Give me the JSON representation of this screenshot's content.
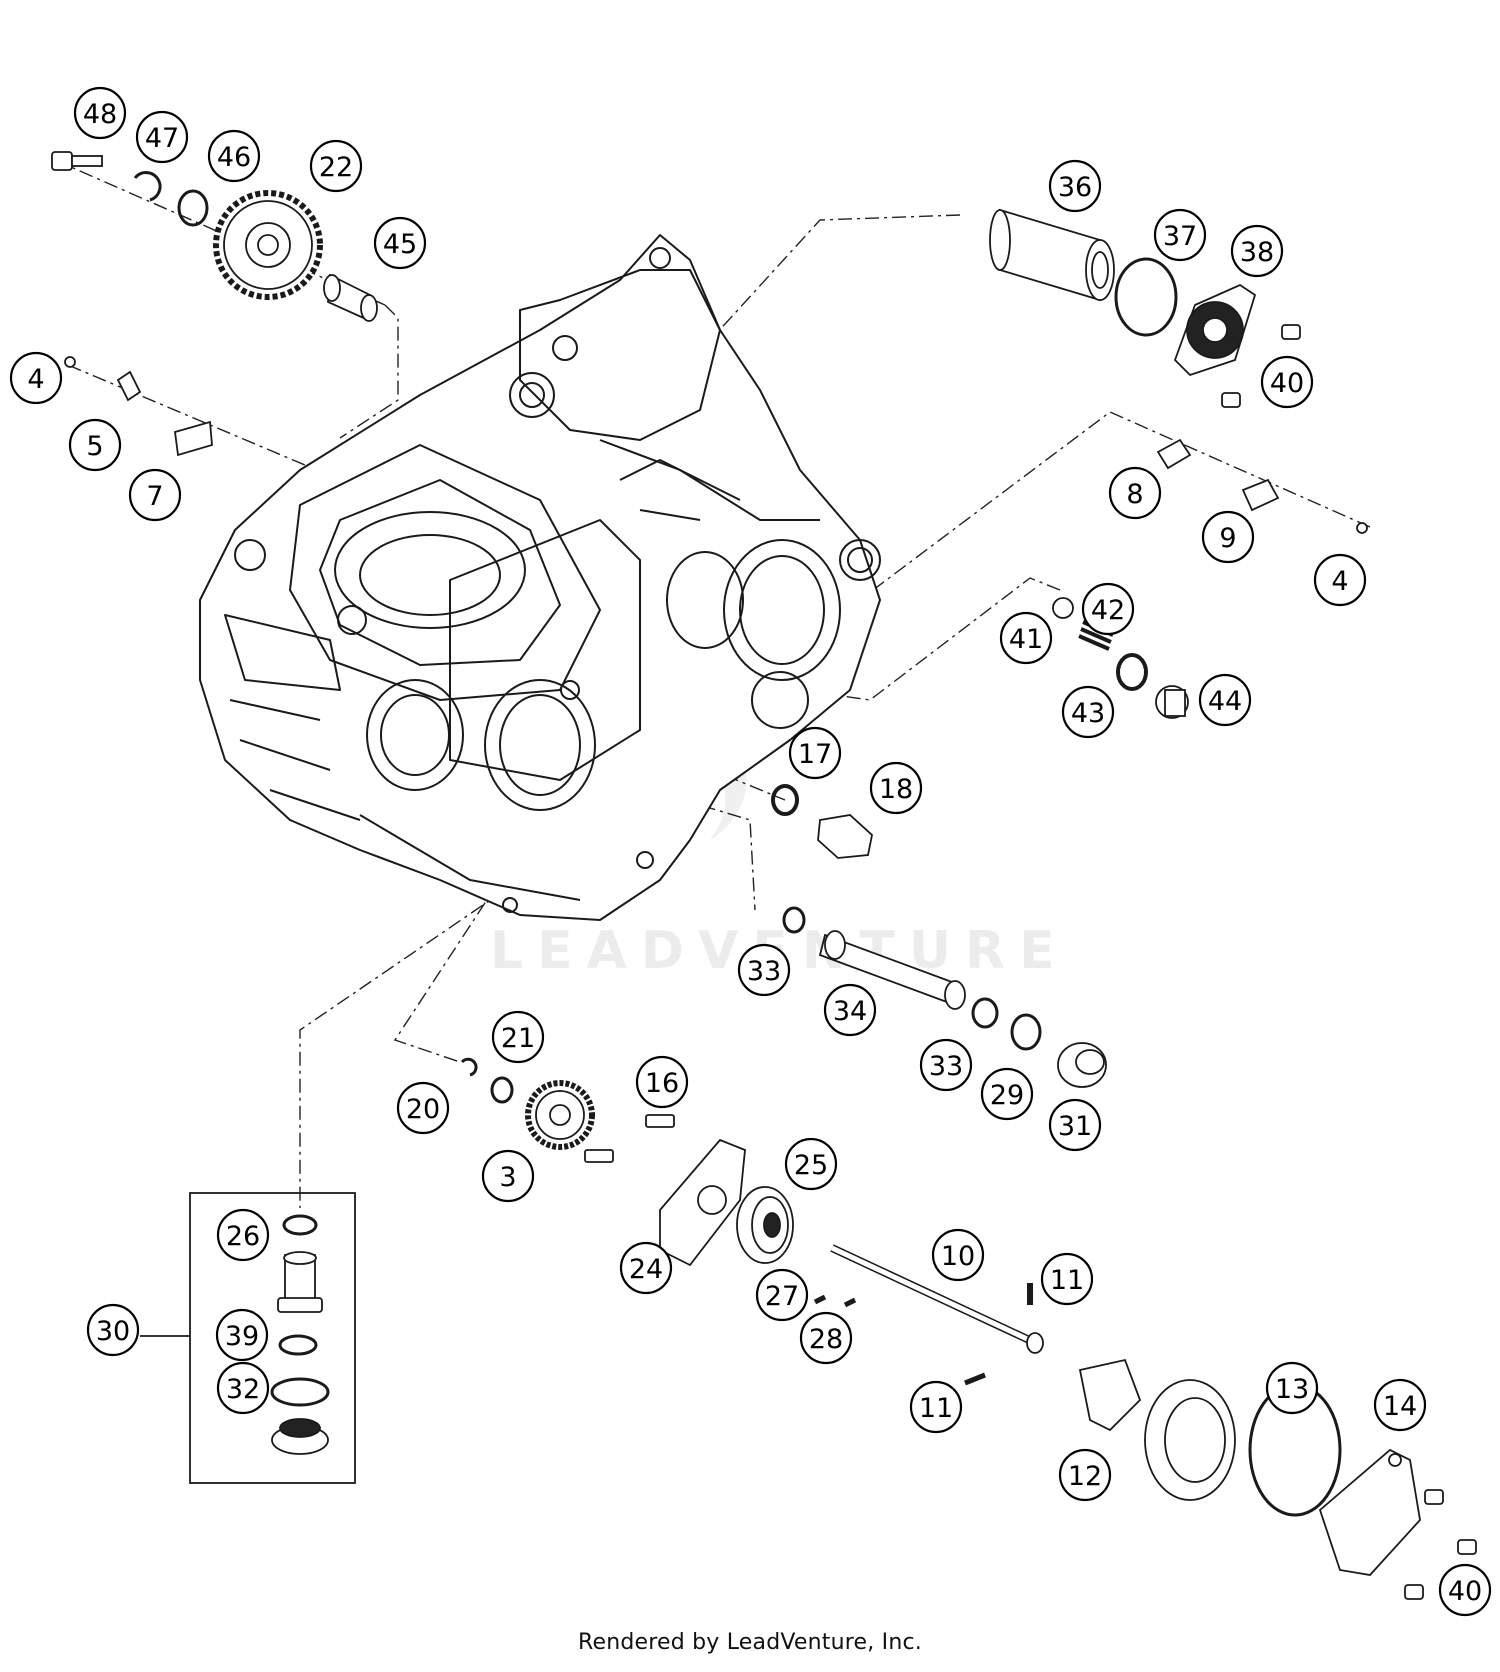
{
  "diagram": {
    "callouts": [
      {
        "id": "48",
        "label": "48"
      },
      {
        "id": "47",
        "label": "47"
      },
      {
        "id": "46",
        "label": "46"
      },
      {
        "id": "22",
        "label": "22"
      },
      {
        "id": "45",
        "label": "45"
      },
      {
        "id": "4a",
        "label": "4"
      },
      {
        "id": "5",
        "label": "5"
      },
      {
        "id": "7",
        "label": "7"
      },
      {
        "id": "36",
        "label": "36"
      },
      {
        "id": "37",
        "label": "37"
      },
      {
        "id": "38",
        "label": "38"
      },
      {
        "id": "40a",
        "label": "40"
      },
      {
        "id": "8",
        "label": "8"
      },
      {
        "id": "9",
        "label": "9"
      },
      {
        "id": "4b",
        "label": "4"
      },
      {
        "id": "41",
        "label": "41"
      },
      {
        "id": "42",
        "label": "42"
      },
      {
        "id": "43",
        "label": "43"
      },
      {
        "id": "44",
        "label": "44"
      },
      {
        "id": "17",
        "label": "17"
      },
      {
        "id": "18",
        "label": "18"
      },
      {
        "id": "33a",
        "label": "33"
      },
      {
        "id": "34",
        "label": "34"
      },
      {
        "id": "33b",
        "label": "33"
      },
      {
        "id": "29",
        "label": "29"
      },
      {
        "id": "31",
        "label": "31"
      },
      {
        "id": "21",
        "label": "21"
      },
      {
        "id": "20",
        "label": "20"
      },
      {
        "id": "16",
        "label": "16"
      },
      {
        "id": "3",
        "label": "3"
      },
      {
        "id": "25",
        "label": "25"
      },
      {
        "id": "24",
        "label": "24"
      },
      {
        "id": "10",
        "label": "10"
      },
      {
        "id": "11a",
        "label": "11"
      },
      {
        "id": "27",
        "label": "27"
      },
      {
        "id": "28",
        "label": "28"
      },
      {
        "id": "11b",
        "label": "11"
      },
      {
        "id": "12",
        "label": "12"
      },
      {
        "id": "13",
        "label": "13"
      },
      {
        "id": "14",
        "label": "14"
      },
      {
        "id": "40b",
        "label": "40"
      },
      {
        "id": "26",
        "label": "26"
      },
      {
        "id": "30",
        "label": "30"
      },
      {
        "id": "39",
        "label": "39"
      },
      {
        "id": "32",
        "label": "32"
      }
    ]
  },
  "watermark": "LEADVENTURE",
  "footer": "Rendered by LeadVenture, Inc."
}
